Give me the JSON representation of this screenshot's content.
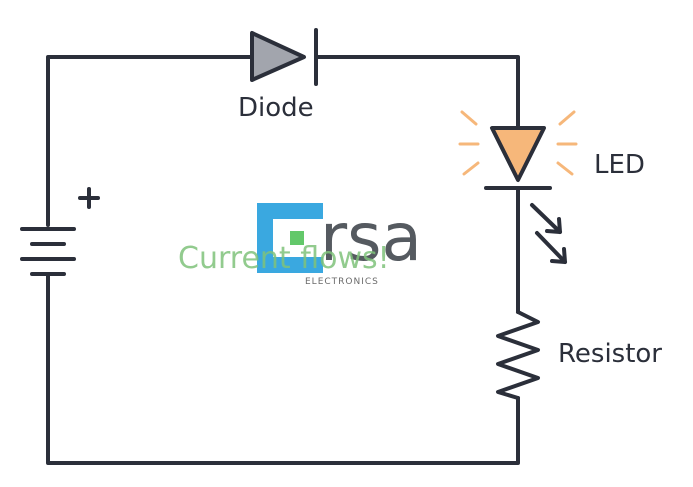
{
  "labels": {
    "diode": "Diode",
    "led": "LED",
    "resistor": "Resistor",
    "battery_plus": "+"
  },
  "annotation": {
    "current": "Current flows!"
  },
  "watermark": {
    "wordmark": "rsa",
    "subtitle": "ELECTRONICS",
    "accent_color": "#3aa8e0",
    "accent_color_2": "#63c86a"
  },
  "colors": {
    "wire": "#2b2f3a",
    "diode_fill": "#a2a5ad",
    "led_fill": "#f6b77a",
    "led_glow": "#f6b77a",
    "text": "#2b2f3a",
    "annotation": "#7fc27b"
  }
}
